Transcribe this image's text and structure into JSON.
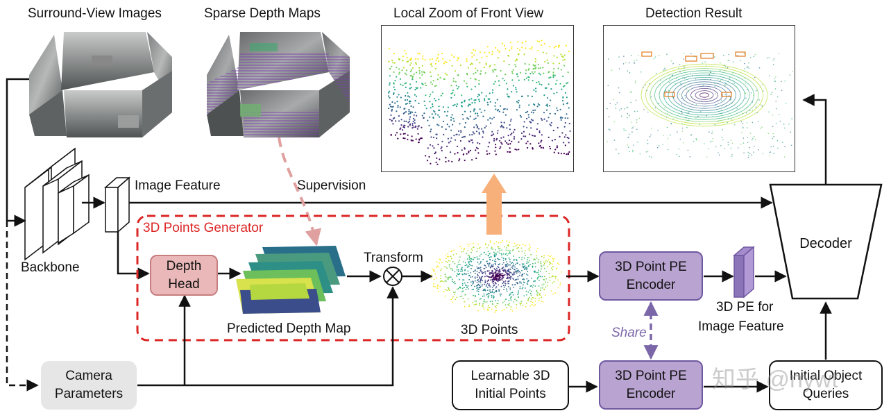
{
  "titles": {
    "surround": "Surround-View Images",
    "sparse": "Sparse Depth Maps",
    "zoom": "Local Zoom of Front View",
    "detection": "Detection Result"
  },
  "labels": {
    "image_feature": "Image Feature",
    "supervision": "Supervision",
    "backbone": "Backbone",
    "generator": "3D Points Generator",
    "transform": "Transform",
    "predicted_depth": "Predicted Depth Map",
    "points_3d": "3D Points",
    "pe_line1": "3D PE for",
    "pe_line2": "Image Feature",
    "share": "Share"
  },
  "boxes": {
    "depth_head": [
      "Depth",
      "Head"
    ],
    "encoder_top": [
      "3D Point PE",
      "Encoder"
    ],
    "encoder_bottom": [
      "3D Point PE",
      "Encoder"
    ],
    "decoder": "Decoder",
    "camera": [
      "Camera",
      "Parameters"
    ],
    "learnable": [
      "Learnable 3D",
      "Initial Points"
    ],
    "queries": [
      "Initial Object",
      "Queries"
    ]
  },
  "watermark": "知乎 @nywt",
  "colors": {
    "generator_red": "#dc2626",
    "depth_head_fill": "#eab8b8",
    "depth_head_border": "#c77e7e",
    "encoder_fill": "#b9a3d1",
    "encoder_border": "#6f58a0",
    "share_purple": "#7b66a8",
    "upward_arrow": "#f7b07a",
    "camera_fill": "#e6e6e6"
  }
}
